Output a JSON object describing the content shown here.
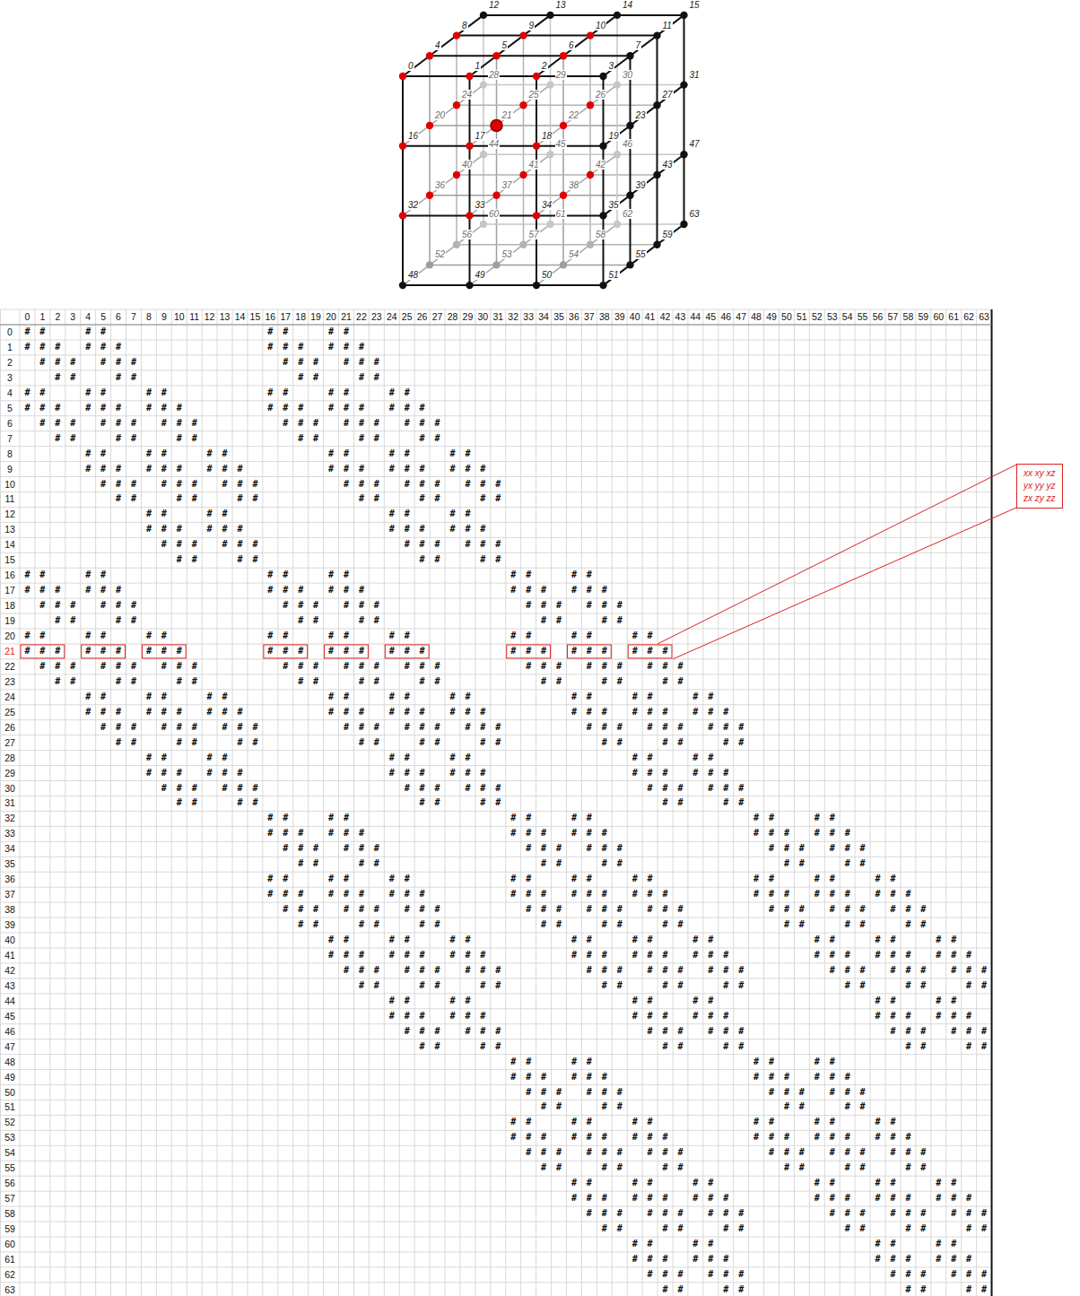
{
  "diagram": {
    "nodes": [
      {
        "text": [
          "xx xy xz",
          "yx yy yz",
          "zx zy zz"
        ]
      }
    ],
    "labels": [
      "0",
      "1",
      "2",
      "3",
      "4",
      "5",
      "6",
      "7",
      "8",
      "9",
      "10",
      "11",
      "12",
      "13",
      "14",
      "15",
      "16",
      "17",
      "18",
      "19",
      "20",
      "21",
      "22",
      "23",
      "24",
      "25",
      "26",
      "27",
      "28",
      "29",
      "30",
      "31",
      "32",
      "33",
      "34",
      "35",
      "36",
      "37",
      "38",
      "39",
      "40",
      "41",
      "42",
      "43",
      "44",
      "45",
      "46",
      "47",
      "48",
      "49",
      "50",
      "51",
      "52",
      "53",
      "54",
      "55",
      "56",
      "57",
      "58",
      "59",
      "60",
      "61",
      "62",
      "63",
      "0",
      "1",
      "2",
      "3",
      "4",
      "5",
      "6",
      "7",
      "8",
      "9",
      "10",
      "11",
      "12",
      "13",
      "14",
      "15",
      "16",
      "17",
      "18",
      "19",
      "20",
      "21",
      "22",
      "23",
      "24",
      "25",
      "26",
      "27",
      "28",
      "29",
      "30",
      "31",
      "32",
      "33",
      "34",
      "35",
      "36",
      "37",
      "38",
      "39",
      "40",
      "41",
      "42",
      "43",
      "44",
      "45",
      "46",
      "47",
      "48",
      "49",
      "50",
      "51",
      "52",
      "53",
      "54",
      "55",
      "56",
      "57",
      "58",
      "59",
      "60",
      "61",
      "62",
      "63",
      "0",
      "1",
      "2",
      "3",
      "4",
      "5",
      "6",
      "7",
      "8",
      "9",
      "10",
      "11",
      "12",
      "13",
      "14",
      "15",
      "16",
      "17",
      "18",
      "19",
      "20",
      "21",
      "22",
      "23",
      "24",
      "25",
      "26",
      "27",
      "28",
      "29",
      "30",
      "31",
      "32",
      "33",
      "34",
      "35",
      "36",
      "37",
      "38",
      "39",
      "40",
      "41",
      "42",
      "43",
      "44",
      "45",
      "46",
      "47",
      "48",
      "49",
      "50",
      "51",
      "52",
      "53",
      "54",
      "55",
      "56",
      "57",
      "58",
      "59",
      "60",
      "61",
      "62",
      "63",
      "#",
      "#",
      "#",
      "#",
      "#",
      "#",
      "#",
      "#",
      "#",
      "#",
      "#",
      "#",
      "#",
      "#",
      "#",
      "#",
      "#",
      "#",
      "#",
      "#",
      "#",
      "#",
      "#",
      "#",
      "#",
      "#",
      "#",
      "#",
      "#",
      "#",
      "#",
      "#",
      "#",
      "#",
      "#",
      "#",
      "#",
      "#",
      "#",
      "#",
      "#",
      "#",
      "#",
      "#",
      "#",
      "#",
      "#",
      "#",
      "#",
      "#",
      "#",
      "#",
      "#",
      "#",
      "#",
      "#",
      "#",
      "#",
      "#",
      "#",
      "#",
      "#",
      "#",
      "#",
      "#",
      "#",
      "#",
      "#",
      "#",
      "#",
      "#",
      "#",
      "#",
      "#",
      "#",
      "#",
      "#",
      "#",
      "#",
      "#",
      "#",
      "#",
      "#",
      "#",
      "#",
      "#",
      "#",
      "#",
      "#",
      "#",
      "#",
      "#",
      "#",
      "#",
      "#",
      "#",
      "#",
      "#",
      "#",
      "#",
      "#",
      "#",
      "#",
      "#",
      "#",
      "#",
      "#",
      "#",
      "#",
      "#",
      "#",
      "#",
      "#",
      "#",
      "#",
      "#",
      "#",
      "#",
      "#",
      "#",
      "#",
      "#",
      "#",
      "#",
      "#",
      "#",
      "#",
      "#",
      "#",
      "#",
      "#",
      "#",
      "#",
      "#",
      "#",
      "#",
      "#",
      "#",
      "#",
      "#",
      "#",
      "#",
      "#",
      "#",
      "#",
      "#",
      "#",
      "#",
      "#",
      "#",
      "#",
      "#",
      "#",
      "#",
      "#",
      "#",
      "#",
      "#",
      "#",
      "#",
      "#",
      "#",
      "#",
      "#",
      "#",
      "#",
      "#",
      "#",
      "#",
      "#",
      "#",
      "#",
      "#",
      "#",
      "#",
      "#",
      "#",
      "#",
      "#",
      "#",
      "#",
      "#",
      "#",
      "#",
      "#",
      "#",
      "#",
      "#",
      "#",
      "#",
      "#",
      "#",
      "#",
      "#",
      "#",
      "#",
      "#",
      "#",
      "#",
      "#",
      "#",
      "#",
      "#",
      "#",
      "#",
      "#",
      "#",
      "#",
      "#",
      "#",
      "#",
      "#",
      "#",
      "#",
      "#",
      "#",
      "#",
      "#",
      "#",
      "#",
      "#",
      "#",
      "#",
      "#",
      "#",
      "#",
      "#",
      "#",
      "#",
      "#",
      "#",
      "#",
      "#",
      "#",
      "#",
      "#",
      "#",
      "#",
      "#",
      "#",
      "#",
      "#",
      "#",
      "#",
      "#",
      "#",
      "#",
      "#",
      "#",
      "#",
      "#",
      "#",
      "#",
      "#",
      "#",
      "#",
      "#",
      "#",
      "#",
      "#",
      "#",
      "#",
      "#",
      "#",
      "#",
      "#",
      "#",
      "#",
      "#",
      "#",
      "#",
      "#",
      "#",
      "#",
      "#",
      "#",
      "#",
      "#",
      "#",
      "#",
      "#",
      "#",
      "#",
      "#",
      "#",
      "#",
      "#",
      "#",
      "#",
      "#",
      "#",
      "#",
      "#",
      "#",
      "#",
      "#",
      "#",
      "#",
      "#",
      "#",
      "#",
      "#",
      "#",
      "#",
      "#",
      "#",
      "#",
      "#",
      "#",
      "#",
      "#",
      "#",
      "#",
      "#",
      "#",
      "#",
      "#",
      "#",
      "#",
      "#",
      "#",
      "#",
      "#",
      "#",
      "#",
      "#",
      "#",
      "#",
      "#",
      "#",
      "#",
      "#",
      "#",
      "#",
      "#",
      "#",
      "#",
      "#",
      "#",
      "#",
      "#",
      "#",
      "#",
      "#",
      "#",
      "#",
      "#",
      "#",
      "#",
      "#",
      "#",
      "#",
      "#",
      "#",
      "#",
      "#",
      "#",
      "#",
      "#",
      "#",
      "#",
      "#",
      "#",
      "#",
      "#",
      "#",
      "#",
      "#",
      "#",
      "#",
      "#",
      "#",
      "#",
      "#",
      "#",
      "#",
      "#",
      "#",
      "#",
      "#",
      "#",
      "#",
      "#",
      "#",
      "#",
      "#",
      "#",
      "#",
      "#",
      "#",
      "#",
      "#",
      "#",
      "#",
      "#",
      "#",
      "#",
      "#",
      "#",
      "#",
      "#",
      "#",
      "#",
      "#",
      "#",
      "#",
      "#",
      "#",
      "#",
      "#",
      "#",
      "#",
      "#",
      "#",
      "#",
      "#",
      "#",
      "#",
      "#",
      "#",
      "#",
      "#",
      "#",
      "#",
      "#",
      "#",
      "#",
      "#",
      "#",
      "#",
      "#",
      "#",
      "#",
      "#",
      "#",
      "#",
      "#",
      "#",
      "#",
      "#",
      "#",
      "#",
      "#",
      "#",
      "#",
      "#",
      "#",
      "#",
      "#",
      "#",
      "#",
      "#",
      "#",
      "#",
      "#",
      "#",
      "#",
      "#",
      "#",
      "#",
      "#",
      "#",
      "#",
      "#",
      "#",
      "#",
      "#",
      "#",
      "#",
      "#",
      "#",
      "#",
      "#",
      "#",
      "#",
      "#",
      "#",
      "#",
      "#",
      "#",
      "#",
      "#",
      "#",
      "#",
      "#",
      "#",
      "#",
      "#",
      "#",
      "#",
      "#",
      "#",
      "#",
      "#",
      "#",
      "#",
      "#",
      "#",
      "#",
      "#",
      "#",
      "#",
      "#",
      "#",
      "#",
      "#",
      "#",
      "#",
      "#",
      "#",
      "#",
      "#",
      "#",
      "#",
      "#",
      "#",
      "#",
      "#",
      "#",
      "#",
      "#",
      "#",
      "#",
      "#",
      "#",
      "#",
      "#",
      "#",
      "#",
      "#",
      "#",
      "#",
      "#",
      "#",
      "#",
      "#",
      "#",
      "#",
      "#",
      "#",
      "#",
      "#",
      "#",
      "#",
      "#",
      "#",
      "#",
      "#",
      "#",
      "#",
      "#",
      "#",
      "#",
      "#",
      "#",
      "#",
      "#",
      "#",
      "#",
      "#",
      "#",
      "#",
      "#",
      "#",
      "#",
      "#",
      "#",
      "#",
      "#",
      "#",
      "#",
      "#",
      "#",
      "#",
      "#",
      "#",
      "#",
      "#",
      "#",
      "#",
      "#",
      "#",
      "#",
      "#",
      "#",
      "#",
      "#",
      "#",
      "#",
      "#",
      "#",
      "#",
      "#",
      "#",
      "#",
      "#",
      "#",
      "#",
      "#",
      "#",
      "#",
      "#",
      "#",
      "#",
      "#",
      "#",
      "#",
      "#",
      "#",
      "#",
      "#",
      "#",
      "#",
      "#",
      "#",
      "#",
      "#",
      "#",
      "#",
      "#",
      "#",
      "#",
      "#",
      "#",
      "#",
      "#",
      "#",
      "#",
      "#",
      "#",
      "#",
      "#",
      "#",
      "#",
      "#",
      "#",
      "#",
      "#",
      "#",
      "#",
      "#",
      "#",
      "#",
      "#",
      "#",
      "#",
      "#",
      "#",
      "#",
      "#",
      "#",
      "#",
      "#",
      "#",
      "#",
      "#",
      "#",
      "#",
      "#",
      "#",
      "#",
      "#",
      "#",
      "#",
      "#",
      "#",
      "#",
      "#",
      "#",
      "#",
      "#",
      "#",
      "#",
      "#",
      "#",
      "#",
      "#",
      "#",
      "#",
      "#",
      "#",
      "#",
      "#",
      "#",
      "#",
      "#",
      "#",
      "#",
      "#",
      "#",
      "#",
      "#",
      "#",
      "#",
      "#",
      "#",
      "#",
      "#",
      "#",
      "#",
      "#",
      "#",
      "#",
      "#",
      "#",
      "#",
      "#",
      "#",
      "#",
      "#",
      "#",
      "#",
      "#",
      "#",
      "#",
      "#",
      "#",
      "#",
      "#",
      "#",
      "#",
      "#",
      "#",
      "#",
      "#",
      "#",
      "#",
      "#",
      "#",
      "#",
      "#",
      "#",
      "#",
      "#",
      "#",
      "#",
      "#",
      "#",
      "#",
      "#",
      "#",
      "#",
      "#",
      "#",
      "#",
      "#",
      "#",
      "#",
      "#",
      "#",
      "#",
      "#",
      "#",
      "#",
      "#",
      "#",
      "#",
      "#",
      "#",
      "#",
      "#",
      "#",
      "#",
      "#",
      "#",
      "#",
      "#",
      "#",
      "#",
      "#",
      "#",
      "#",
      "#",
      "#",
      "#",
      "#",
      "#",
      "#",
      "#",
      "#",
      "#",
      "#",
      "#",
      "#",
      "#",
      "#",
      "#",
      "#",
      "#",
      "#",
      "#",
      "#",
      "#",
      "#",
      "#",
      "#",
      "#",
      "#",
      "#",
      "#",
      "#",
      "#",
      "#",
      "#",
      "#",
      "#",
      "#",
      "#",
      "#",
      "#",
      "#",
      "#",
      "#",
      "#",
      "#",
      "#",
      "#",
      "#",
      "#",
      "#",
      "#",
      "#",
      "#",
      "#",
      "#",
      "#",
      "#",
      "#",
      "#",
      "#",
      "#",
      "#",
      "#",
      "#",
      "#",
      "#",
      "#",
      "#",
      "#",
      "#",
      "#",
      "#",
      "#",
      "#",
      "#",
      "#",
      "#",
      "#",
      "#",
      "#",
      "#",
      "#",
      "#",
      "#",
      "#",
      "#",
      "#",
      "#",
      "#",
      "#",
      "#",
      "#",
      "#",
      "#",
      "#",
      "#",
      "#",
      "#",
      "#",
      "#",
      "#",
      "#",
      "#",
      "#",
      "#",
      "#",
      "#",
      "#",
      "#",
      "#",
      "#",
      "#",
      "#",
      "#",
      "#",
      "#",
      "#",
      "#",
      "#",
      "#",
      "#",
      "#",
      "#",
      "#",
      "#",
      "#",
      "#",
      "#",
      "#",
      "#",
      "#",
      "#",
      "#",
      "#",
      "#",
      "#",
      "#",
      "#",
      "#",
      "#",
      "#",
      "#",
      "#",
      "#",
      "#",
      "#",
      "#",
      "#",
      "#",
      "#",
      "#",
      "#",
      "#",
      "#",
      "#",
      "#",
      "#",
      "#",
      "#",
      "#",
      "#",
      "#",
      "#",
      "#",
      "#",
      "#",
      "#",
      "#",
      "#",
      "#",
      "#",
      "#",
      "#",
      "#",
      "#",
      "#",
      "#",
      "#",
      "#",
      "#",
      "#",
      "#",
      "#",
      "#",
      "#",
      "#",
      "#",
      "#",
      "#",
      "#",
      "#",
      "#",
      "#",
      "#",
      "#",
      "#",
      "#",
      "#",
      "#",
      "#",
      "#",
      "#",
      "#",
      "#",
      "#",
      "#",
      "#",
      "#",
      "#",
      "#",
      "#",
      "#",
      "#",
      "#",
      "#",
      "#",
      "#",
      "#",
      "#",
      "#",
      "#",
      "#",
      "#",
      "#",
      "#",
      "#",
      "#",
      "#",
      "#",
      "#"
    ]
  }
}
